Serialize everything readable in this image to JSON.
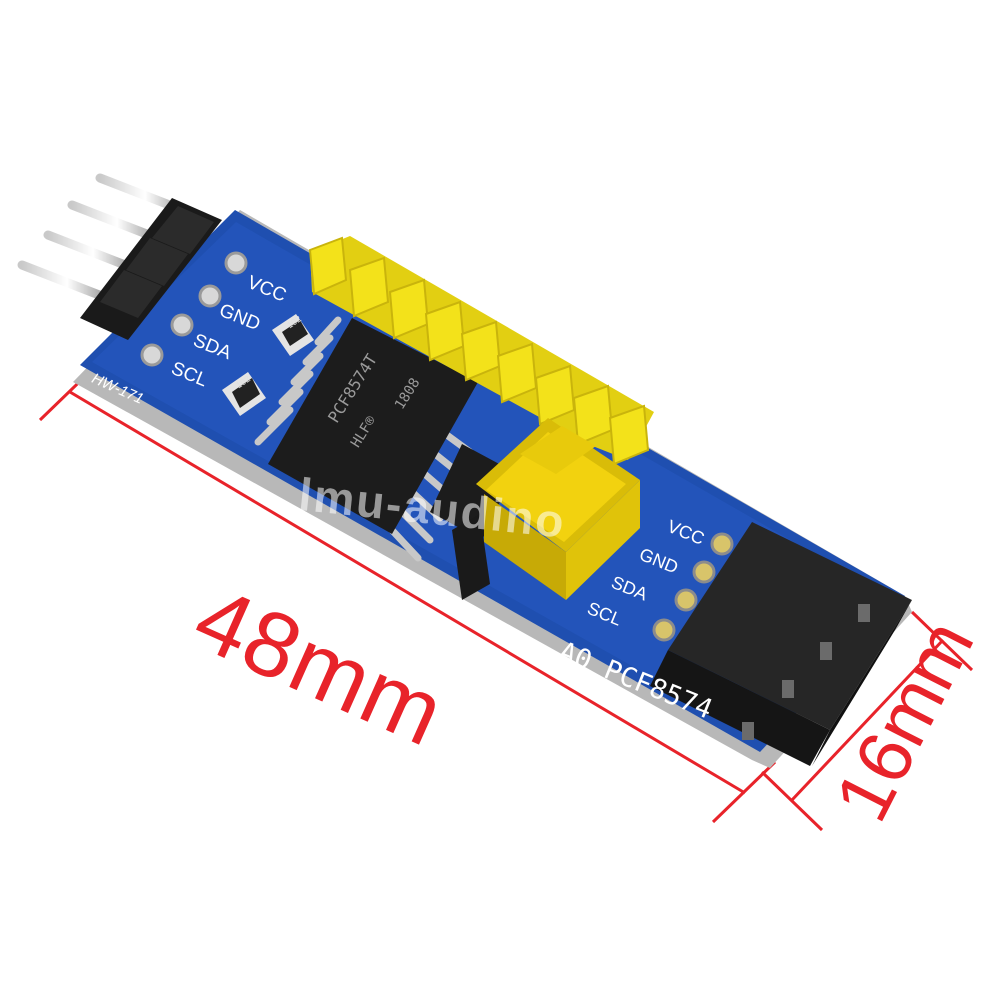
{
  "dimensions": {
    "length": "48mm",
    "width": "16mm"
  },
  "board": {
    "model": "HW-171",
    "left_header_pins": [
      "VCC",
      "GND",
      "SDA",
      "SCL"
    ],
    "right_header_pins": [
      "VCC",
      "GND",
      "SDA",
      "SCL"
    ],
    "board_label": "A0 PCF8574",
    "resistor_labels": [
      "102",
      "102"
    ]
  },
  "chip": {
    "line1": "PCF8574T",
    "line2": "HLF®",
    "line3": "1808"
  },
  "watermark": "lmu-audino",
  "colors": {
    "pcb": "#1f4fb0",
    "dimension": "#e8232a",
    "header": "#f3e21a",
    "jumper": "#f2d20f"
  }
}
